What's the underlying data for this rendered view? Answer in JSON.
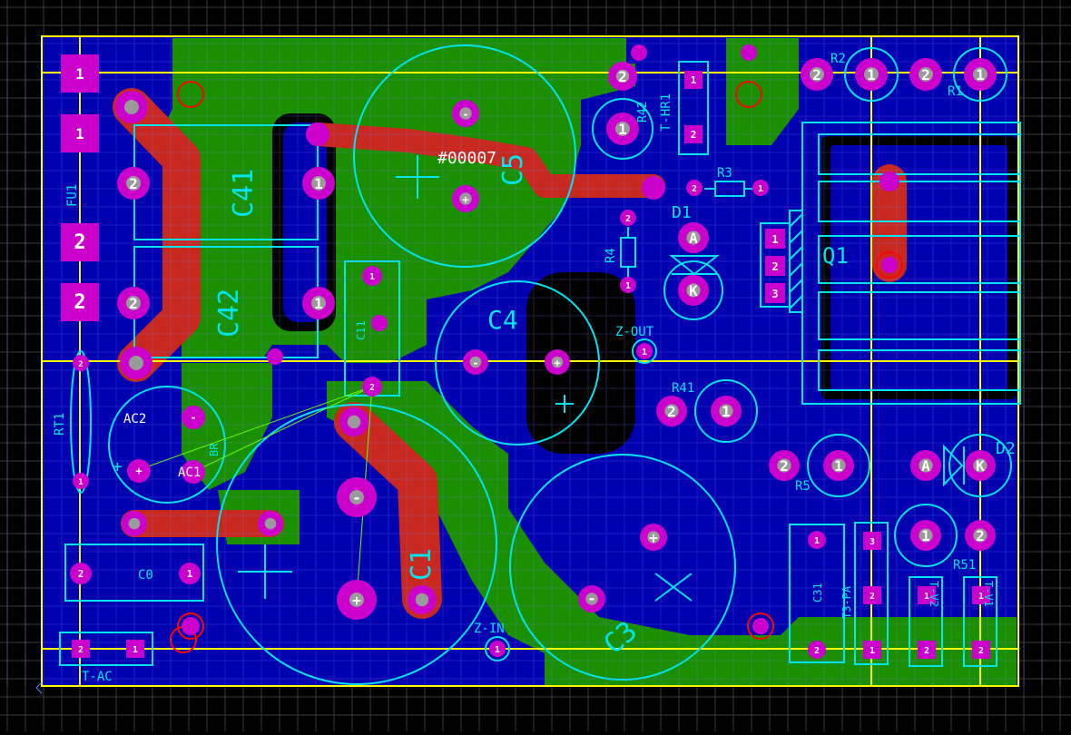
{
  "net_label": "#00007",
  "colors": {
    "background": "#000000",
    "grid": "#3a3a3a",
    "board_outline": "#ffff00",
    "copper_bottom": "#0000b0",
    "copper_top": "#1a8f00",
    "track_top": "#c8281e",
    "pad": "#cc00cc",
    "silkscreen": "#00e5ee",
    "ratsnest": "#66ff00",
    "drill_ring": "#ff0000"
  },
  "components": {
    "fu1": "FU1",
    "c41": "C41",
    "c42": "C42",
    "c5": "C5",
    "c11": "C11",
    "c4": "C4",
    "c1": "C1",
    "c3": "C3",
    "c0": "C0",
    "rt1": "RT1",
    "br": "BR",
    "t_ac": "T-AC",
    "z_in": "Z-IN",
    "z_out": "Z-OUT",
    "t_hr1": "T-HR1",
    "r42": "R42",
    "r2": "R2",
    "r1": "R1",
    "r3": "R3",
    "r4": "R4",
    "d1": "D1",
    "q1": "Q1",
    "r41": "R41",
    "r5": "R5",
    "d2": "D2",
    "r51": "R51",
    "c31": "C31",
    "t3_pa": "T3-PA",
    "t_v2": "T-V2",
    "t_v1": "T-V1"
  },
  "pin_labels": {
    "one": "1",
    "two": "2",
    "three": "3",
    "anode": "A",
    "cathode": "K",
    "ac2": "AC2",
    "ac1": "AC1",
    "plus": "+",
    "minus": "-"
  }
}
